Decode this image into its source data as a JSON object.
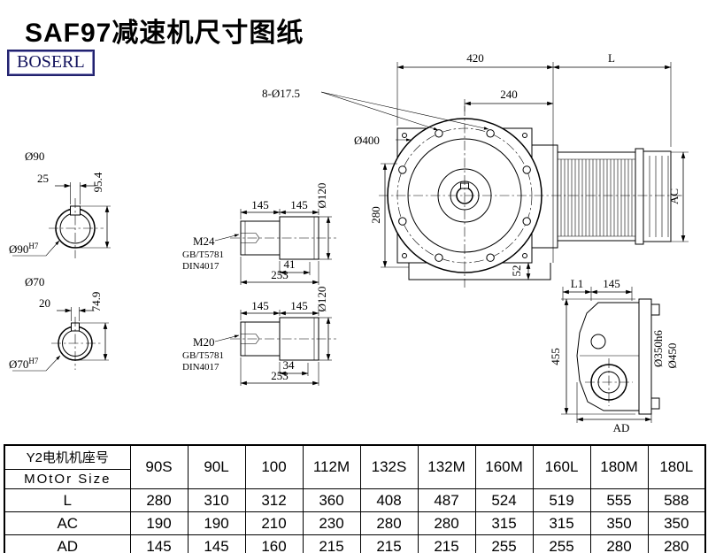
{
  "page": {
    "title": "SAF97减速机尺寸图纸",
    "brand": "BOSERL"
  },
  "front_view": {
    "dim_420": "420",
    "dim_l": "L",
    "dim_240": "240",
    "bolt_holes": "8-Ø17.5",
    "flange_diameter": "Ø400",
    "dim_280": "280",
    "dim_52": "52",
    "dim_ac": "AC"
  },
  "shaft_end_upper": {
    "diameter": "Ø90",
    "key_width": "25",
    "key_depth": "95.4",
    "bore": "Ø90",
    "bore_tolerance": "H7"
  },
  "shaft_end_lower": {
    "diameter": "Ø70",
    "key_width": "20",
    "key_depth": "74.9",
    "bore": "Ø70",
    "bore_tolerance": "H7"
  },
  "shaft_detail_upper": {
    "len_a": "145",
    "len_b": "145",
    "diameter": "Ø120",
    "thread": "M24",
    "standard_1": "GB/T5781",
    "standard_2": "DIN4017",
    "thread_len": "41",
    "total_len": "253"
  },
  "shaft_detail_lower": {
    "len_a": "145",
    "len_b": "145",
    "diameter": "Ø120",
    "thread": "M20",
    "standard_1": "GB/T5781",
    "standard_2": "DIN4017",
    "thread_len": "34",
    "total_len": "253"
  },
  "side_view": {
    "dim_l1": "L1",
    "dim_145": "145",
    "dim_455": "455",
    "dia_350": "Ø350h6",
    "dia_450": "Ø450",
    "dim_ad": "AD"
  },
  "table": {
    "header_line1": "Y2电机机座号",
    "header_line2": "MOtOr Size",
    "columns": [
      "90S",
      "90L",
      "100",
      "112M",
      "132S",
      "132M",
      "160M",
      "160L",
      "180M",
      "180L"
    ],
    "rows": [
      {
        "label": "L",
        "values": [
          "280",
          "310",
          "312",
          "360",
          "408",
          "487",
          "524",
          "519",
          "555",
          "588"
        ]
      },
      {
        "label": "AC",
        "values": [
          "190",
          "190",
          "210",
          "230",
          "280",
          "280",
          "315",
          "315",
          "350",
          "350"
        ]
      },
      {
        "label": "AD",
        "values": [
          "145",
          "145",
          "160",
          "215",
          "215",
          "215",
          "255",
          "255",
          "280",
          "280"
        ]
      }
    ]
  }
}
